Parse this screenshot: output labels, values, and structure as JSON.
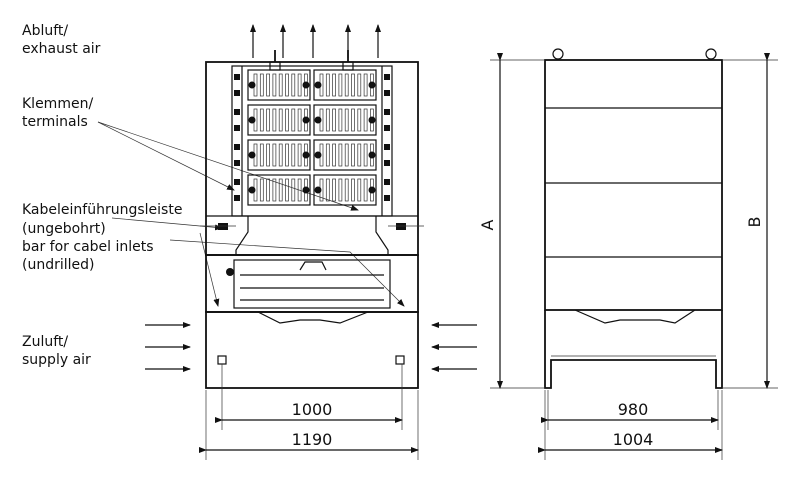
{
  "labels": {
    "exhaust": [
      "Abluft/",
      "exhaust air"
    ],
    "terminals": [
      "Klemmen/",
      "terminals"
    ],
    "cable_bar": [
      "Kabeleinführungsleiste",
      "(ungebohrt)",
      "bar for cabel inlets",
      "(undrilled)"
    ],
    "supply": [
      "Zuluft/",
      "supply air"
    ]
  },
  "dimensions": {
    "front_inner": "1000",
    "front_outer": "1190",
    "side_inner": "980",
    "side_outer": "1004",
    "height_a": "A",
    "height_b": "B"
  }
}
